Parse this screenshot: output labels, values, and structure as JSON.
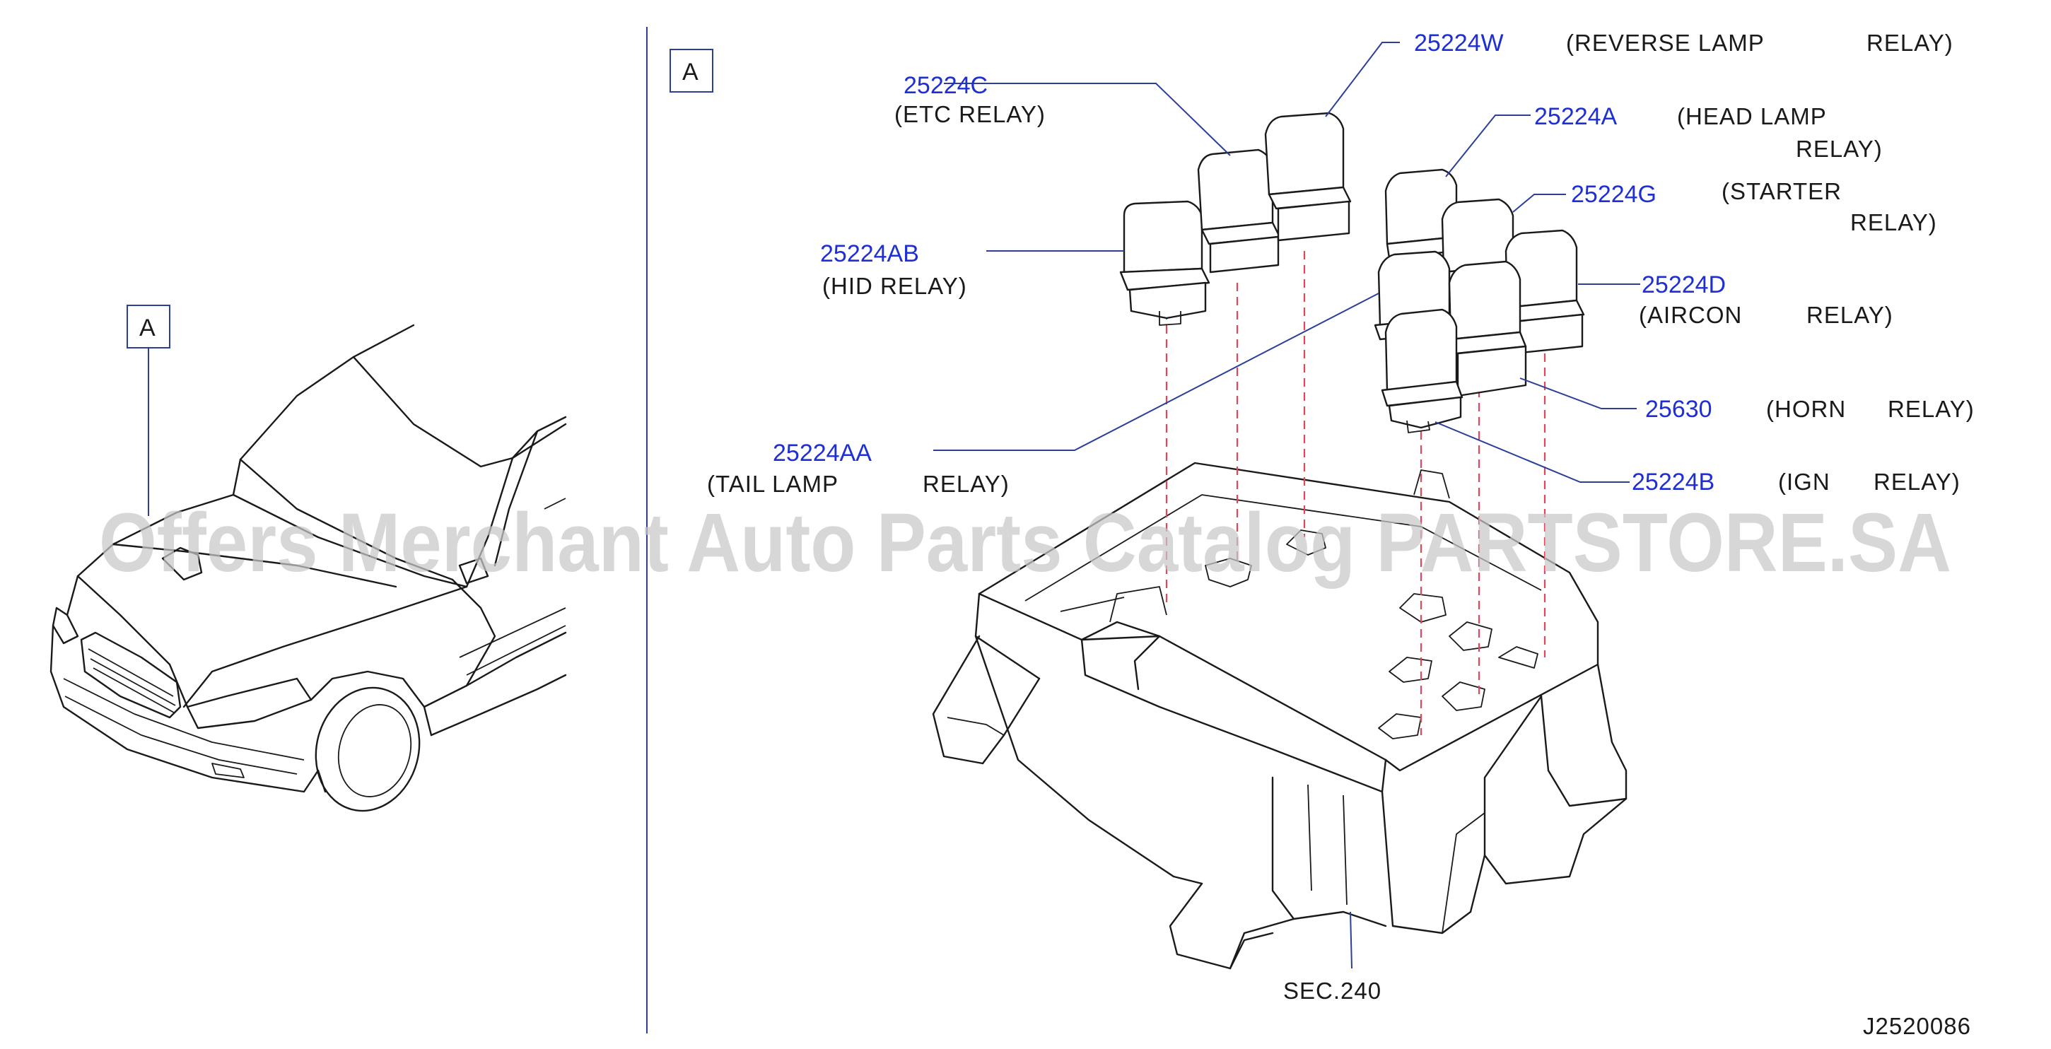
{
  "view_label_car": "A",
  "view_label_detail": "A",
  "parts": [
    {
      "part_no": "25224W",
      "desc1": "(REVERSE   LAMP",
      "desc2": "RELAY)"
    },
    {
      "part_no": "25224C",
      "desc1": "(ETC     RELAY)",
      "desc2": ""
    },
    {
      "part_no": "25224A",
      "desc1": "(HEAD   LAMP",
      "desc2": "RELAY)"
    },
    {
      "part_no": "25224G",
      "desc1": "(STARTER",
      "desc2": "RELAY)"
    },
    {
      "part_no": "25224AB",
      "desc1": "(HID     RELAY)",
      "desc2": ""
    },
    {
      "part_no": "25224D",
      "desc1": "(AIRCON",
      "desc2": "RELAY)"
    },
    {
      "part_no": "25224AA",
      "desc1": "(TAIL   LAMP",
      "desc2": "RELAY)"
    },
    {
      "part_no": "25630",
      "desc1": "(HORN",
      "desc2": "RELAY)"
    },
    {
      "part_no": "25224B",
      "desc1": "(IGN",
      "desc2": "RELAY)"
    }
  ],
  "section_ref": "SEC.240",
  "diagram_id": "J2520086",
  "watermark": "Offers Merchant Auto Parts Catalog PARTSTORE.SA",
  "colors": {
    "part_number": "#1f2fd6",
    "leader": "#2b3f9a",
    "guide_dash": "#e0475a",
    "line_art": "#1a1a1a"
  }
}
